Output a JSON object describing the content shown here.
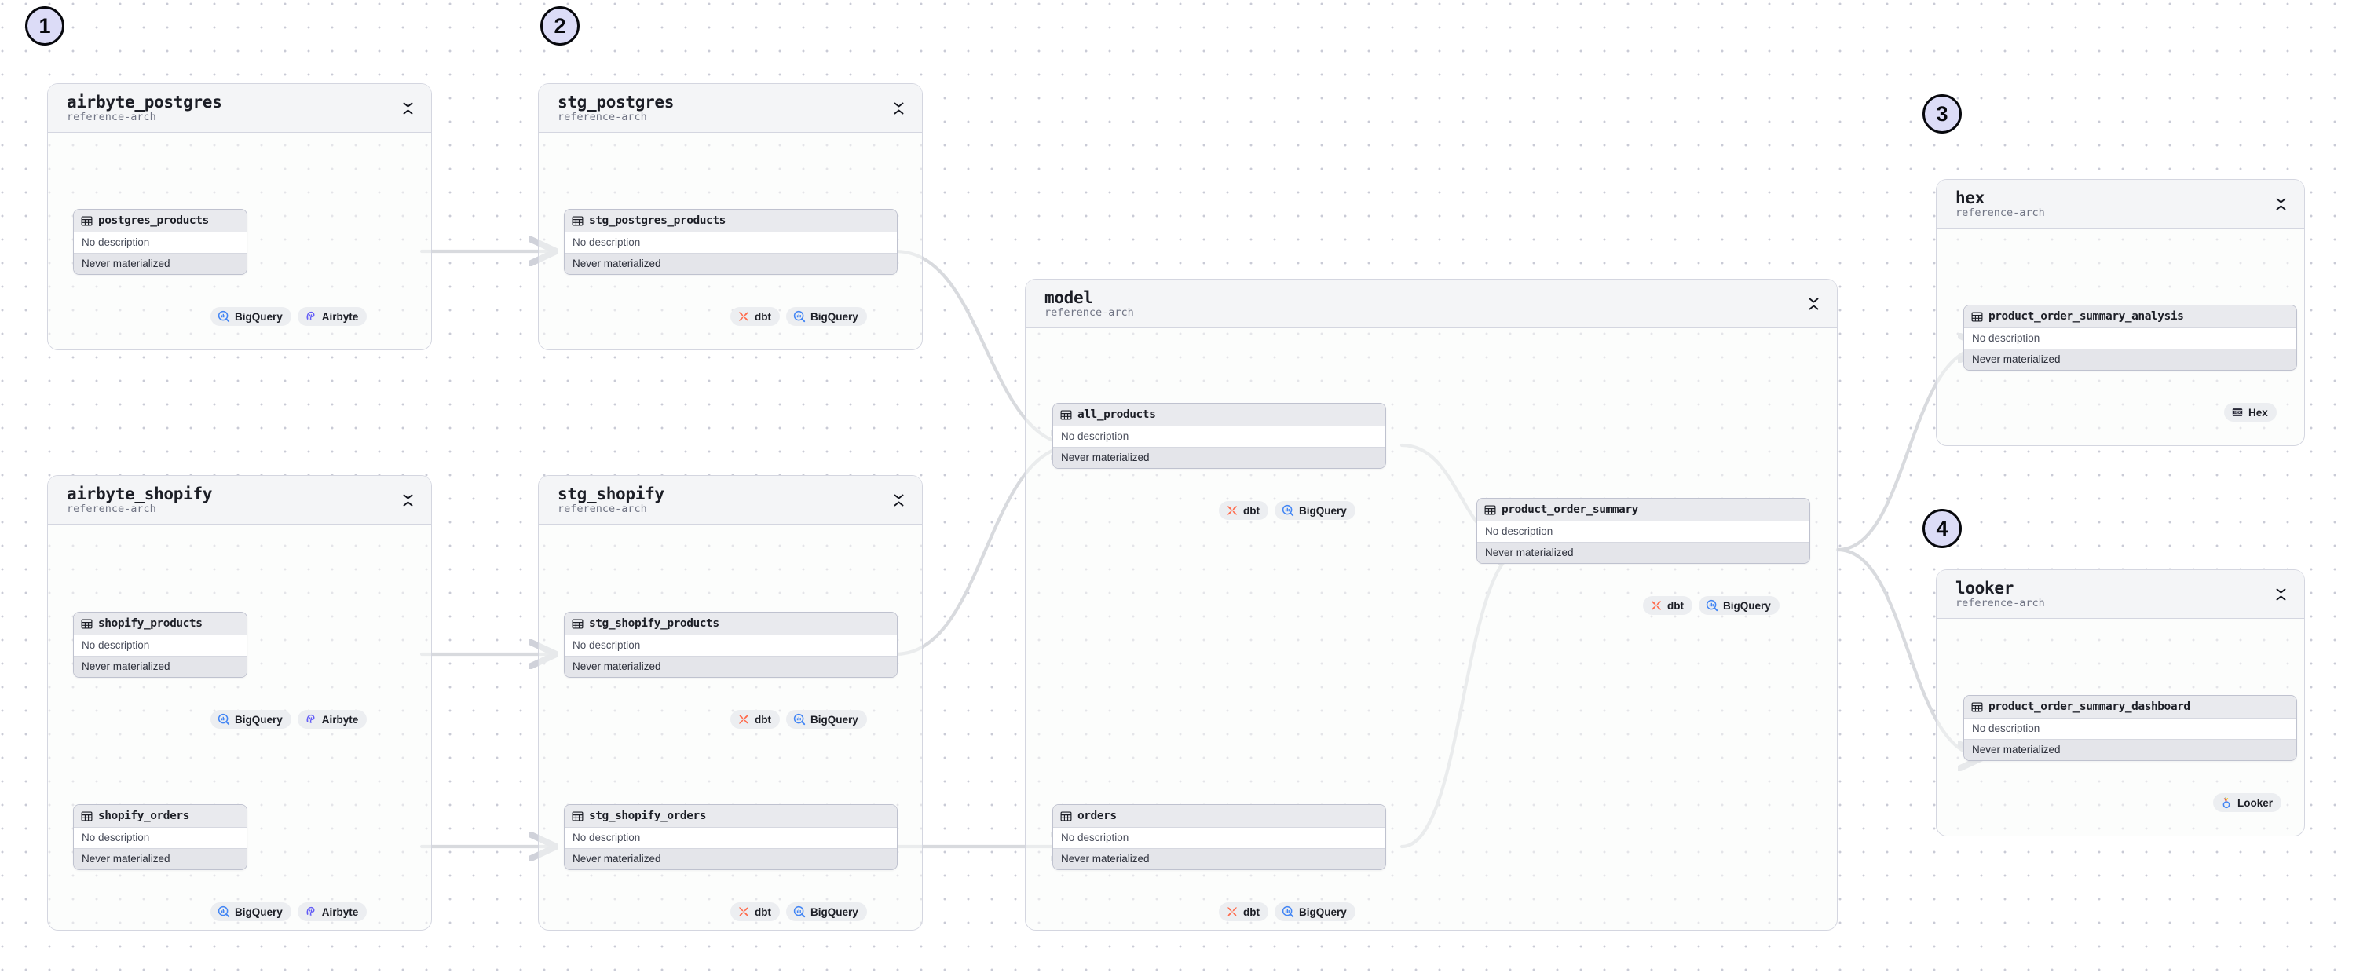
{
  "canvas": {
    "grid": "dotted",
    "background": "#ffffff",
    "dot_color": "#c9cbd6"
  },
  "palette": {
    "accent_purple": "#dcdcf7",
    "group_header": "#f4f5f7",
    "group_border": "#d4d6e0",
    "node_header": "#e9eaee",
    "node_border": "#bfc2cf",
    "edge": "#d4d6dd",
    "dbt_orange": "#ff694a",
    "bigquery_blue": "#4285f4",
    "airbyte_purple": "#625bf6",
    "hex_dark": "#232433",
    "looker_blue": "#4285f4"
  },
  "labels": {
    "no_description": "No description",
    "never_materialized": "Never materialized"
  },
  "steps": [
    {
      "number": "1"
    },
    {
      "number": "2"
    },
    {
      "number": "3"
    },
    {
      "number": "4"
    }
  ],
  "groups": [
    {
      "id": "airbyte_postgres",
      "title": "airbyte_postgres",
      "subtitle": "reference-arch",
      "collapse_icon": "chevron-collapse-icon",
      "nodes": [
        {
          "name": "postgres_products",
          "description": "No description",
          "materialization": "Never materialized",
          "badges": [
            {
              "label": "BigQuery",
              "icon": "bigquery-icon"
            },
            {
              "label": "Airbyte",
              "icon": "airbyte-icon"
            }
          ]
        }
      ]
    },
    {
      "id": "airbyte_shopify",
      "title": "airbyte_shopify",
      "subtitle": "reference-arch",
      "collapse_icon": "chevron-collapse-icon",
      "nodes": [
        {
          "name": "shopify_products",
          "description": "No description",
          "materialization": "Never materialized",
          "badges": [
            {
              "label": "BigQuery",
              "icon": "bigquery-icon"
            },
            {
              "label": "Airbyte",
              "icon": "airbyte-icon"
            }
          ]
        },
        {
          "name": "shopify_orders",
          "description": "No description",
          "materialization": "Never materialized",
          "badges": [
            {
              "label": "BigQuery",
              "icon": "bigquery-icon"
            },
            {
              "label": "Airbyte",
              "icon": "airbyte-icon"
            }
          ]
        }
      ]
    },
    {
      "id": "stg_postgres",
      "title": "stg_postgres",
      "subtitle": "reference-arch",
      "collapse_icon": "chevron-collapse-icon",
      "nodes": [
        {
          "name": "stg_postgres_products",
          "description": "No description",
          "materialization": "Never materialized",
          "badges": [
            {
              "label": "dbt",
              "icon": "dbt-icon"
            },
            {
              "label": "BigQuery",
              "icon": "bigquery-icon"
            }
          ]
        }
      ]
    },
    {
      "id": "stg_shopify",
      "title": "stg_shopify",
      "subtitle": "reference-arch",
      "collapse_icon": "chevron-collapse-icon",
      "nodes": [
        {
          "name": "stg_shopify_products",
          "description": "No description",
          "materialization": "Never materialized",
          "badges": [
            {
              "label": "dbt",
              "icon": "dbt-icon"
            },
            {
              "label": "BigQuery",
              "icon": "bigquery-icon"
            }
          ]
        },
        {
          "name": "stg_shopify_orders",
          "description": "No description",
          "materialization": "Never materialized",
          "badges": [
            {
              "label": "dbt",
              "icon": "dbt-icon"
            },
            {
              "label": "BigQuery",
              "icon": "bigquery-icon"
            }
          ]
        }
      ]
    },
    {
      "id": "model",
      "title": "model",
      "subtitle": "reference-arch",
      "collapse_icon": "chevron-collapse-icon",
      "nodes": [
        {
          "name": "all_products",
          "description": "No description",
          "materialization": "Never materialized",
          "badges": [
            {
              "label": "dbt",
              "icon": "dbt-icon"
            },
            {
              "label": "BigQuery",
              "icon": "bigquery-icon"
            }
          ]
        },
        {
          "name": "product_order_summary",
          "description": "No description",
          "materialization": "Never materialized",
          "badges": [
            {
              "label": "dbt",
              "icon": "dbt-icon"
            },
            {
              "label": "BigQuery",
              "icon": "bigquery-icon"
            }
          ]
        },
        {
          "name": "orders",
          "description": "No description",
          "materialization": "Never materialized",
          "badges": [
            {
              "label": "dbt",
              "icon": "dbt-icon"
            },
            {
              "label": "BigQuery",
              "icon": "bigquery-icon"
            }
          ]
        }
      ]
    },
    {
      "id": "hex",
      "title": "hex",
      "subtitle": "reference-arch",
      "collapse_icon": "chevron-collapse-icon",
      "nodes": [
        {
          "name": "product_order_summary_analysis",
          "description": "No description",
          "materialization": "Never materialized",
          "badges": [
            {
              "label": "Hex",
              "icon": "hex-icon"
            }
          ]
        }
      ]
    },
    {
      "id": "looker",
      "title": "looker",
      "subtitle": "reference-arch",
      "collapse_icon": "chevron-collapse-icon",
      "nodes": [
        {
          "name": "product_order_summary_dashboard",
          "description": "No description",
          "materialization": "Never materialized",
          "badges": [
            {
              "label": "Looker",
              "icon": "looker-icon"
            }
          ]
        }
      ]
    }
  ],
  "edges": [
    {
      "from": "postgres_products",
      "to": "stg_postgres_products"
    },
    {
      "from": "shopify_products",
      "to": "stg_shopify_products"
    },
    {
      "from": "shopify_orders",
      "to": "stg_shopify_orders"
    },
    {
      "from": "stg_postgres_products",
      "to": "all_products"
    },
    {
      "from": "stg_shopify_products",
      "to": "all_products"
    },
    {
      "from": "stg_shopify_orders",
      "to": "orders"
    },
    {
      "from": "all_products",
      "to": "product_order_summary"
    },
    {
      "from": "orders",
      "to": "product_order_summary"
    },
    {
      "from": "product_order_summary",
      "to": "product_order_summary_analysis"
    },
    {
      "from": "product_order_summary",
      "to": "product_order_summary_dashboard"
    }
  ]
}
